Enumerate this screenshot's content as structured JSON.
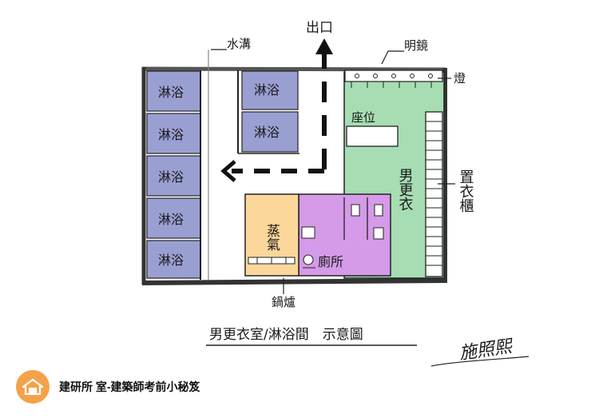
{
  "labels": {
    "exit": "出口",
    "drain": "水溝",
    "mirror": "明鏡",
    "lamp": "燈",
    "seat": "座位",
    "dressing": "男更衣",
    "locker": "置衣櫃",
    "steam": "蒸氣",
    "toilet": "廁所",
    "boiler": "鍋爐",
    "shower": "淋浴"
  },
  "title": "男更衣室/淋浴間　示意圖",
  "signature": "施照熙",
  "footer": {
    "text": "建研所 室-建築師考前小秘笈"
  },
  "colors": {
    "shower": "#9a9fd2",
    "dressing": "#a6ddb2",
    "toilet": "#d59ae8",
    "steam": "#fbd79b",
    "logo": "#f4a24a"
  }
}
